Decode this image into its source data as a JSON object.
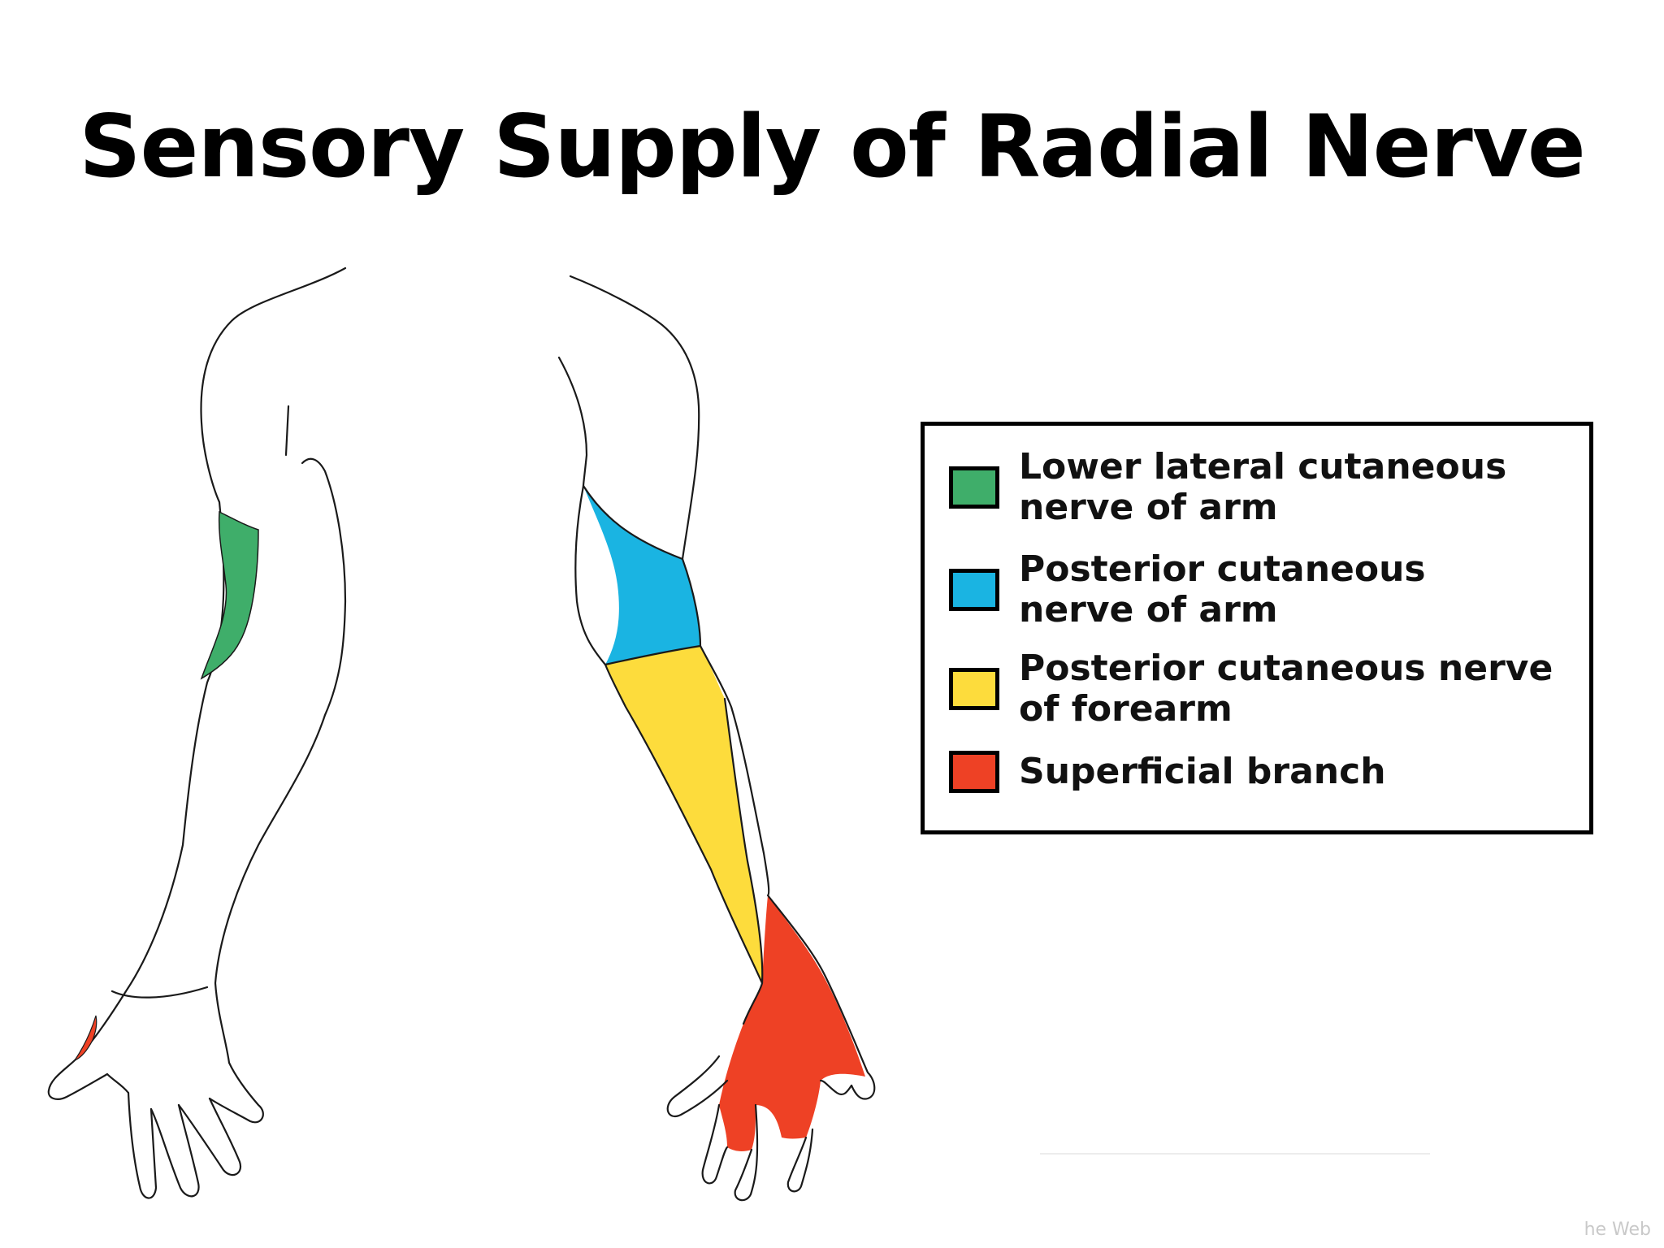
{
  "title": "Sensory Supply of Radial Nerve",
  "colors": {
    "green": "#3fae6a",
    "blue": "#1ab4e2",
    "yellow": "#fddc3c",
    "red": "#ee4125",
    "outline": "#1a1a1a"
  },
  "legend": {
    "items": [
      {
        "label_line1": "Lower lateral cutaneous",
        "label_line2": "nerve of arm",
        "color": "#3fae6a"
      },
      {
        "label_line1": "Posterior cutaneous",
        "label_line2": "nerve of arm",
        "color": "#1ab4e2"
      },
      {
        "label_line1": "Posterior cutaneous nerve",
        "label_line2": "of forearm",
        "color": "#fddc3c"
      },
      {
        "label_line1": "Superficial branch",
        "label_line2": "",
        "color": "#ee4125"
      }
    ]
  },
  "watermark": "he Web"
}
